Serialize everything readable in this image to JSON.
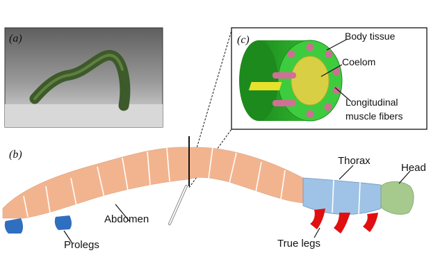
{
  "panels": {
    "a": "(a)",
    "b": "(b)",
    "c": "(c)"
  },
  "labels": {
    "body_tissue": "Body tissue",
    "coelom": "Coelom",
    "longitudinal_1": "Longitudinal",
    "longitudinal_2": "muscle fibers",
    "thorax": "Thorax",
    "head": "Head",
    "abdomen": "Abdomen",
    "prolegs": "Prolegs",
    "true_legs": "True legs"
  },
  "colors": {
    "abdomen": "#f2b48f",
    "thorax": "#9fc3e6",
    "head": "#a6c98e",
    "prolegs": "#2f6fc0",
    "true_legs": "#e01010",
    "tissue_green": "#3cc43c",
    "coelom_yellow": "#d9cf45",
    "muscle_pink": "#cf6e93",
    "photo_bg": "#bdbdbd"
  }
}
